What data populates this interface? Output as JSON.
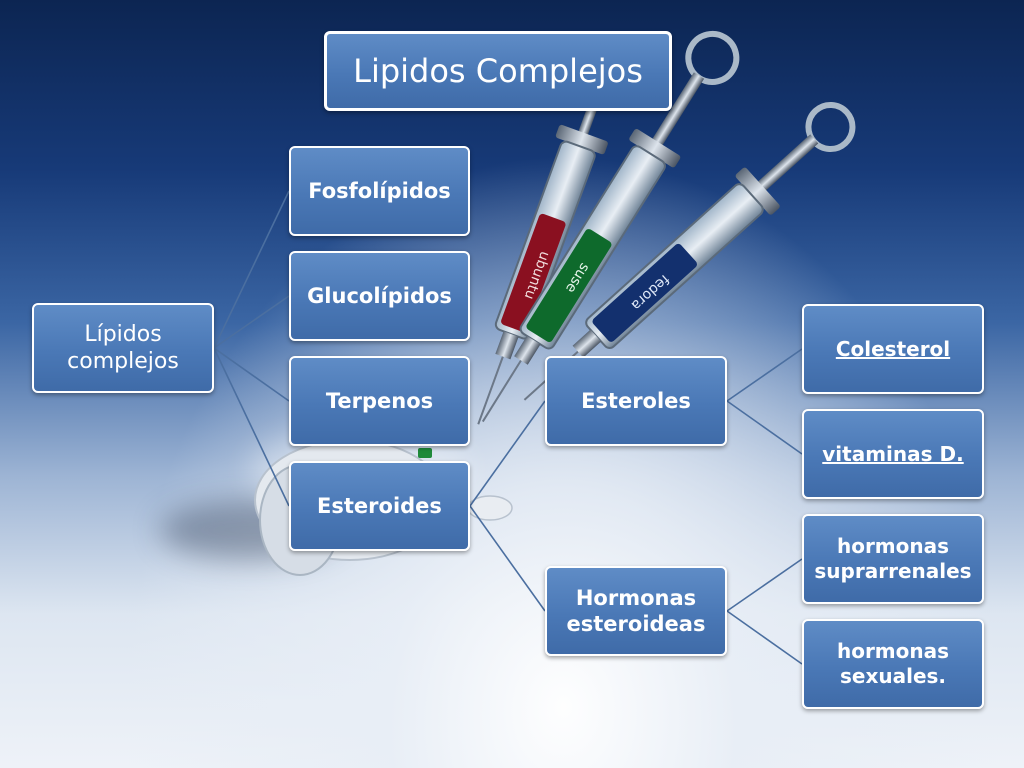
{
  "slide": {
    "title": "Lipidos Complejos",
    "root": {
      "label_line1": "Lípidos",
      "label_line2": "complejos"
    },
    "level1": [
      {
        "label": "Fosfolípidos"
      },
      {
        "label": "Glucolípidos"
      },
      {
        "label": "Terpenos"
      },
      {
        "label": "Esteroides"
      }
    ],
    "level2": [
      {
        "label": "Esteroles"
      },
      {
        "label_line1": "Hormonas",
        "label_line2": "esteroideas"
      }
    ],
    "level3": [
      {
        "label": "Colesterol"
      },
      {
        "label": "vitaminas D."
      },
      {
        "label_line1": "hormonas",
        "label_line2": "suprarrenales"
      },
      {
        "label_line1": "hormonas",
        "label_line2": "sexuales."
      }
    ],
    "syringe_labels": [
      "ubuntu",
      "suse",
      "fedora"
    ]
  },
  "colors": {
    "box_fill": "#4a78b6",
    "box_border": "#ffffff",
    "connector": "#4b6fa0",
    "background_top": "#0c2552",
    "background_bottom": "#eef2f8"
  }
}
